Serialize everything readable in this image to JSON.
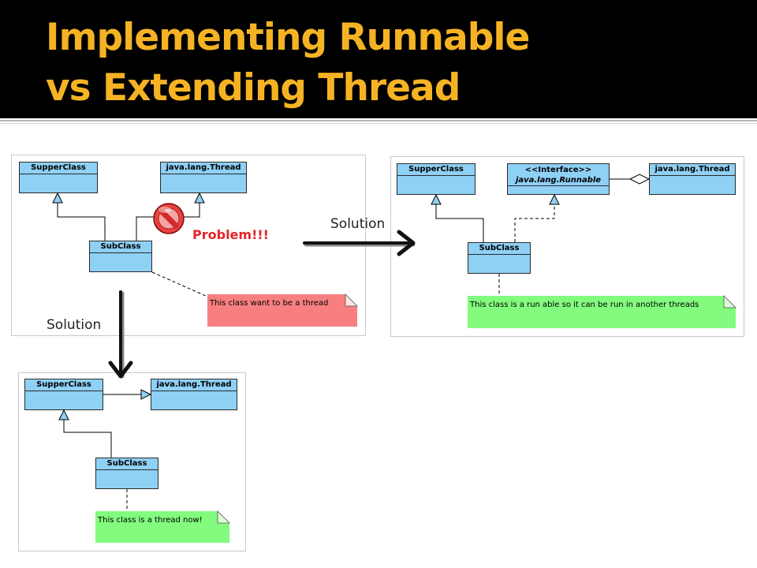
{
  "title": {
    "line1": "Implementing Runnable",
    "line2": "vs Extending Thread"
  },
  "problem_panel": {
    "superclass": "SupperClass",
    "thread_class": "java.lang.Thread",
    "subclass": "SubClass",
    "note": "This class want to be a thread",
    "note_color": "#f77f80",
    "problem_label": "Problem!!!",
    "problem_icon": "no-entry-icon"
  },
  "runnable_panel": {
    "superclass": "SupperClass",
    "interface_stereotype": "<<Interface>>",
    "interface_name": "java.lang.Runnable",
    "thread_class": "java.lang.Thread",
    "subclass": "SubClass",
    "note": "This class is a run able so it can be run in another threads",
    "note_color": "#82fb7e"
  },
  "thread_panel": {
    "superclass": "SupperClass",
    "thread_class": "java.lang.Thread",
    "subclass": "SubClass",
    "note": "This class is a thread now!",
    "note_color": "#82fb7e"
  },
  "arrows": {
    "right_label": "Solution",
    "down_label": "Solution"
  },
  "colors": {
    "title_text": "#f5b324",
    "class_box": "#8fd0f5",
    "problem_text": "#e3242b"
  }
}
